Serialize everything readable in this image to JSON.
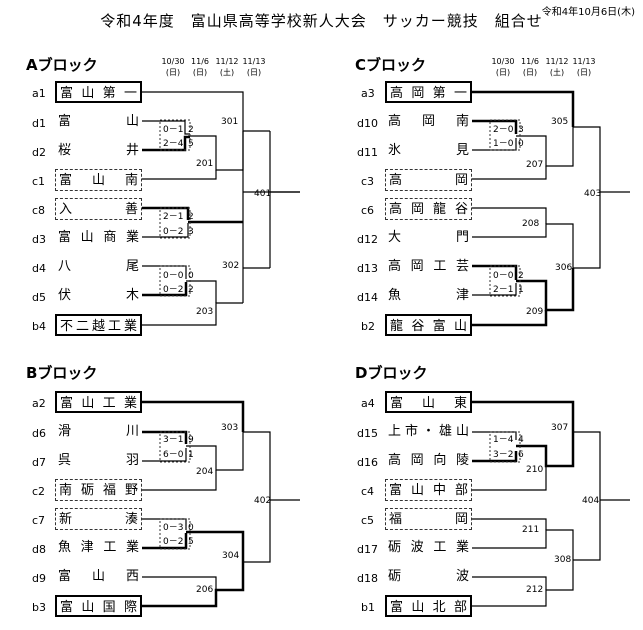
{
  "header": {
    "title": "令和4年度　富山県高等学校新人大会　サッカー競技　組合せ",
    "date": "令和4年10月6日(木)"
  },
  "round_dates": [
    [
      "10/30",
      "(日)"
    ],
    [
      "11/6",
      "(日)"
    ],
    [
      "11/12",
      "(土)"
    ],
    [
      "11/13",
      "(日)"
    ]
  ],
  "blocks": [
    {
      "title": "Aブロック",
      "teams": [
        {
          "seed": "a1",
          "name": "富山第一",
          "box": "solid"
        },
        {
          "seed": "d1",
          "name": "富山",
          "box": "none"
        },
        {
          "seed": "d2",
          "name": "桜井",
          "box": "none"
        },
        {
          "seed": "c1",
          "name": "富山南",
          "box": "dotted"
        },
        {
          "seed": "c8",
          "name": "入善",
          "box": "dotted"
        },
        {
          "seed": "d3",
          "name": "富山商業",
          "box": "none"
        },
        {
          "seed": "d4",
          "name": "八尾",
          "box": "none"
        },
        {
          "seed": "d5",
          "name": "伏木",
          "box": "none"
        },
        {
          "seed": "b4",
          "name": "不二越工業",
          "box": "solid"
        }
      ],
      "matches": [
        "301",
        "201",
        "302",
        "203",
        "401"
      ],
      "scores": [
        "0－1",
        "2",
        "2－4",
        "5",
        "2－1",
        "2",
        "0－2",
        "3",
        "0－0",
        "0",
        "0－2",
        "2"
      ]
    },
    {
      "title": "Bブロック",
      "teams": [
        {
          "seed": "a2",
          "name": "富山工業",
          "box": "solid"
        },
        {
          "seed": "d6",
          "name": "滑川",
          "box": "none"
        },
        {
          "seed": "d7",
          "name": "呉羽",
          "box": "none"
        },
        {
          "seed": "c2",
          "name": "南砺福野",
          "box": "dotted"
        },
        {
          "seed": "c7",
          "name": "新湊",
          "box": "dotted"
        },
        {
          "seed": "d8",
          "name": "魚津工業",
          "box": "none"
        },
        {
          "seed": "d9",
          "name": "富山西",
          "box": "none"
        },
        {
          "seed": "b3",
          "name": "富山国際",
          "box": "solid"
        }
      ],
      "matches": [
        "303",
        "204",
        "402",
        "304",
        "206"
      ],
      "scores": [
        "3－1",
        "9",
        "6－0",
        "1",
        "0－3",
        "0",
        "0－2",
        "5"
      ]
    },
    {
      "title": "Cブロック",
      "teams": [
        {
          "seed": "a3",
          "name": "高岡第一",
          "box": "solid"
        },
        {
          "seed": "d10",
          "name": "高岡南",
          "box": "none"
        },
        {
          "seed": "d11",
          "name": "氷見",
          "box": "none"
        },
        {
          "seed": "c3",
          "name": "高岡",
          "box": "dotted"
        },
        {
          "seed": "c6",
          "name": "高岡龍谷",
          "box": "dotted"
        },
        {
          "seed": "d12",
          "name": "大門",
          "box": "none"
        },
        {
          "seed": "d13",
          "name": "高岡工芸",
          "box": "none"
        },
        {
          "seed": "d14",
          "name": "魚津",
          "box": "none"
        },
        {
          "seed": "b2",
          "name": "龍谷富山",
          "box": "solid"
        }
      ],
      "matches": [
        "305",
        "207",
        "403",
        "208",
        "306",
        "209"
      ],
      "scores": [
        "2－0",
        "3",
        "1－0",
        "0",
        "0－0",
        "2",
        "2－1",
        "1"
      ]
    },
    {
      "title": "Dブロック",
      "teams": [
        {
          "seed": "a4",
          "name": "富山東",
          "box": "solid"
        },
        {
          "seed": "d15",
          "name": "上市・雄山",
          "box": "none"
        },
        {
          "seed": "d16",
          "name": "高岡向陵",
          "box": "none"
        },
        {
          "seed": "c4",
          "name": "富山中部",
          "box": "dotted"
        },
        {
          "seed": "c5",
          "name": "福岡",
          "box": "dotted"
        },
        {
          "seed": "d17",
          "name": "砺波工業",
          "box": "none"
        },
        {
          "seed": "d18",
          "name": "砺波",
          "box": "none"
        },
        {
          "seed": "b1",
          "name": "富山北部",
          "box": "solid"
        }
      ],
      "matches": [
        "307",
        "210",
        "404",
        "211",
        "308",
        "212"
      ],
      "scores": [
        "1－4",
        "4",
        "3－2",
        "6"
      ]
    }
  ]
}
